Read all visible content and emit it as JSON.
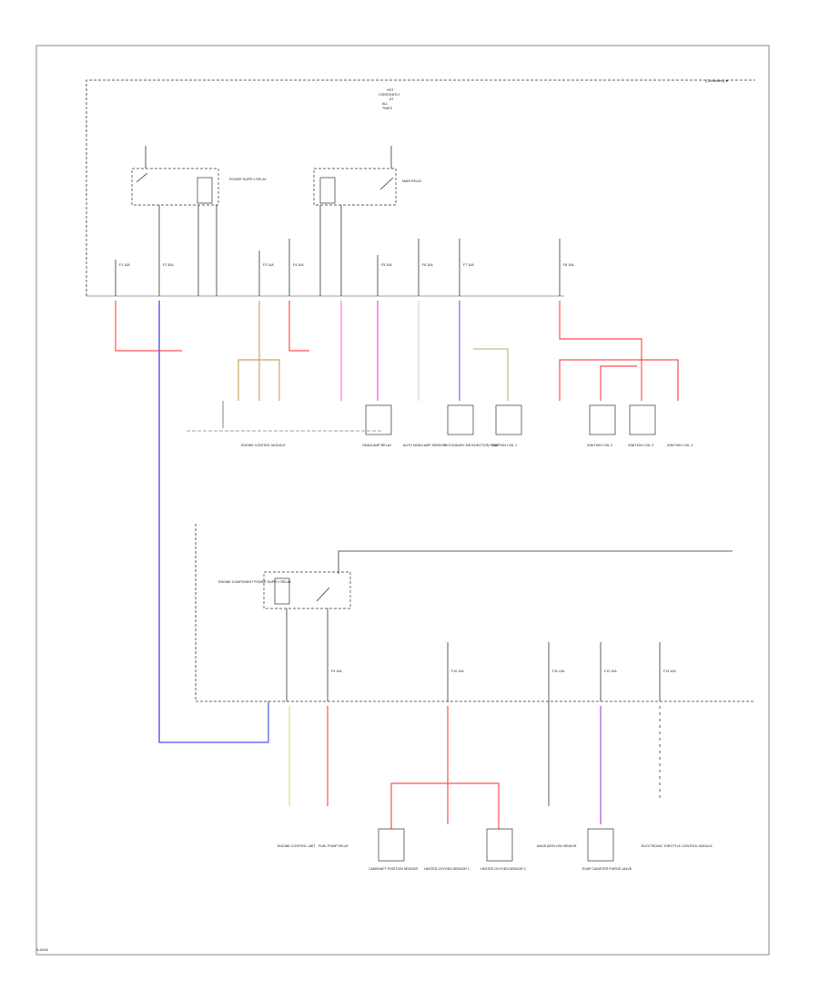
{
  "header": {
    "continuation": "(Continued) ►",
    "title_lines": [
      "HOT",
      "CONSTANTLY",
      "AT",
      "ALL",
      "TIMES"
    ]
  },
  "footer": {
    "page_id": "A-5456"
  },
  "colors": {
    "red": "#ff4f4f",
    "pink": "#ff86e6",
    "blue": "#6a6aee",
    "yellow": "#e7d97f",
    "tan": "#c8a860",
    "green": "#9fb85c",
    "wire": "#222222"
  },
  "top_fuses": [
    "F1 10A",
    "F2 30A",
    "F3 10A",
    "F4 10A",
    "F5 10A",
    "F6 10A",
    "F7 10A",
    "F8 10A"
  ],
  "top_components": [
    {
      "label": "ENGINE CONTROL MODULE"
    },
    {
      "label": "HEADLAMP RELAY"
    },
    {
      "label": "AUTO HEADLAMP SENSOR"
    },
    {
      "label": "SECONDARY AIR INJECTION PUMP"
    },
    {
      "label": "IGNITION COIL 1"
    },
    {
      "label": "IGNITION COIL 2"
    },
    {
      "label": "IGNITION COIL 3"
    },
    {
      "label": "IGNITION COIL 4"
    }
  ],
  "bottom_fuses": [
    "F9 10A",
    "F10 10A",
    "F11 10A",
    "F12 10A",
    "F13 10A"
  ],
  "bottom_components": [
    {
      "label": "ENGINE CONTROL UNIT"
    },
    {
      "label": "FUEL PUMP RELAY"
    },
    {
      "label": "CAMSHAFT POSITION SENSOR"
    },
    {
      "label": "HEATED OXYGEN SENSOR 1"
    },
    {
      "label": "HEATED OXYGEN SENSOR 2"
    },
    {
      "label": "MASS AIRFLOW SENSOR"
    },
    {
      "label": "EVAP CANISTER PURGE VALVE"
    },
    {
      "label": "ELECTRONIC THROTTLE CONTROL MODULE"
    }
  ],
  "relays": {
    "relay_1": "POWER SUPPLY RELAY",
    "relay_2": "MAIN RELAY",
    "relay_3": "ENGINE COMPONENT POWER SUPPLY RELAY"
  }
}
